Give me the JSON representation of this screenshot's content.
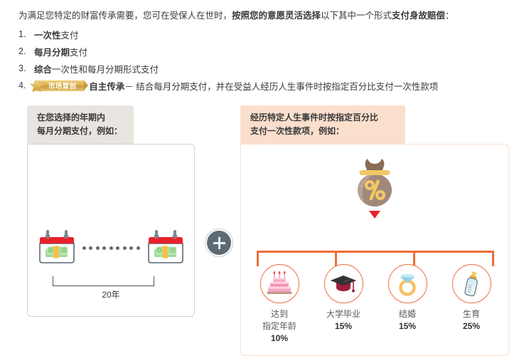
{
  "intro": {
    "text_plain_1": "为满足您特定的财富传承需要，您可在受保人在世时，",
    "text_bold_1": "按照您的意愿灵活选择",
    "text_plain_2": "以下其中一个形式",
    "text_bold_2": "支付身故赔偿",
    "text_plain_3": "："
  },
  "options": [
    {
      "num": "1.",
      "bold": "一次性",
      "rest": "支付"
    },
    {
      "num": "2.",
      "bold": "每月分期",
      "rest": "支付"
    },
    {
      "num": "3.",
      "bold": "综合",
      "rest": "一次性和每月分期形式支付"
    },
    {
      "num": "4.",
      "badge": "市场首创",
      "bold": "自主传承",
      "rest": "－ 结合每月分期支付，并在受益人经历人生事件时按指定百分比支付一次性款项"
    }
  ],
  "left_panel": {
    "header_line1": "在您选择的年期内",
    "header_line2": "每月分期支付，例如：",
    "term_label": "20年",
    "icon_left": "calendar-money-icon",
    "icon_right": "calendar-money-icon",
    "dots_count": 9
  },
  "connector": {
    "icon": "plus-icon"
  },
  "right_panel": {
    "header_line1": "经历特定人生事件时按指定百分比",
    "header_line2": "支付一次性款项，例如：",
    "bag_icon": "money-bag-percent-icon",
    "arrow_icon": "arrow-down-icon",
    "events": [
      {
        "icon": "birthday-cake-icon",
        "label_line1": "达到",
        "label_line2": "指定年龄",
        "percent": "10%"
      },
      {
        "icon": "graduation-cap-icon",
        "label_line1": "大学毕业",
        "label_line2": "",
        "percent": "15%"
      },
      {
        "icon": "wedding-ring-icon",
        "label_line1": "结婚",
        "label_line2": "",
        "percent": "15%"
      },
      {
        "icon": "baby-bottle-icon",
        "label_line1": "生育",
        "label_line2": "",
        "percent": "25%"
      }
    ]
  },
  "colors": {
    "accent_orange": "#ef6e38",
    "accent_red": "#e5232b",
    "header_left_bg": "#e9e4df",
    "header_right_bg": "#fbdfcd",
    "plus_circle": "#5d6b75",
    "gold": "#d8ab48"
  }
}
